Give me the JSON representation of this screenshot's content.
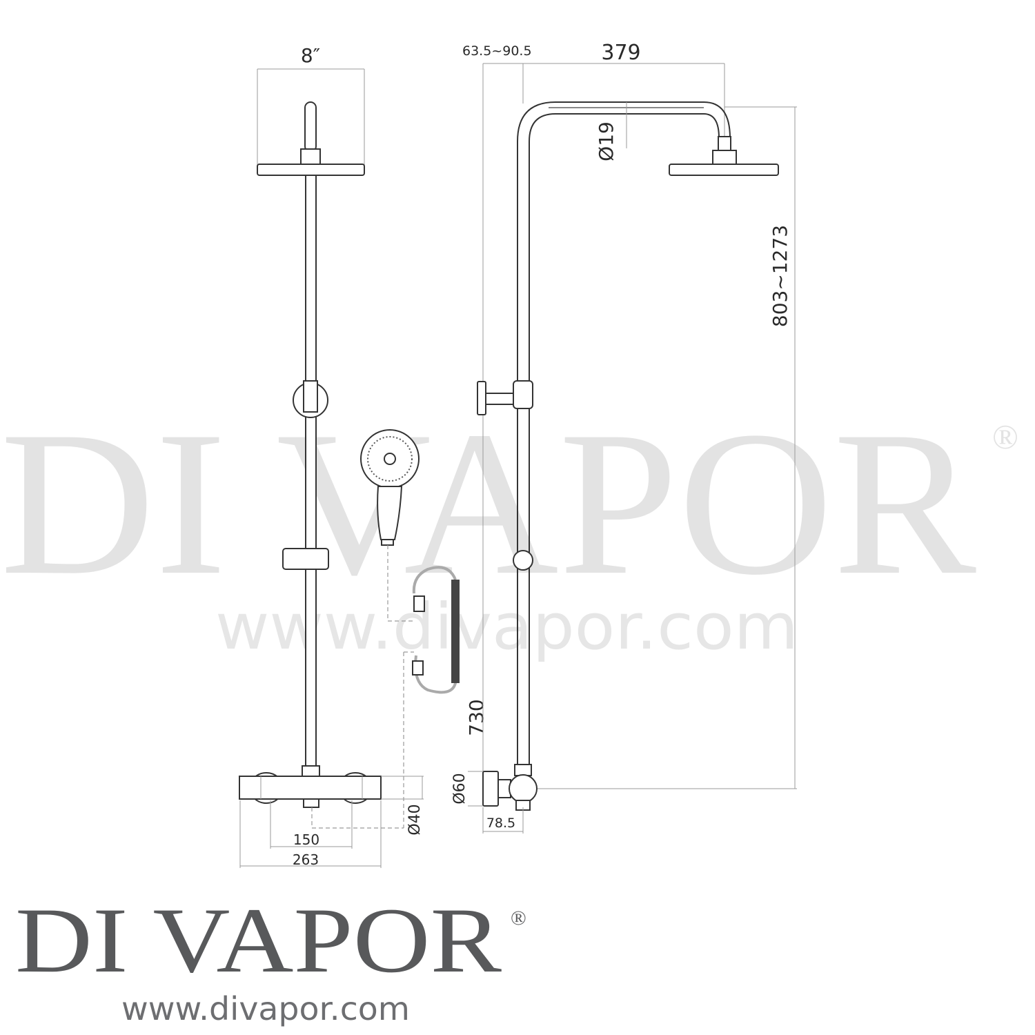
{
  "watermark": {
    "brand": "DI VAPOR",
    "registered": "®",
    "url": "www.divapor.com"
  },
  "dimensions": {
    "head_diameter": "8″",
    "wall_offset": "63.5~90.5",
    "arm_reach": "379",
    "arm_pipe_diameter": "Ø19",
    "height_range": "803~1273",
    "hose_length": "730",
    "inlet_centres": "150",
    "valve_width": "263",
    "valve_diameter": "Ø40",
    "flange_diameter": "Ø60",
    "flange_projection": "78.5"
  },
  "logo": {
    "brand": "DI VAPOR",
    "registered": "®",
    "url": "www.divapor.com"
  }
}
